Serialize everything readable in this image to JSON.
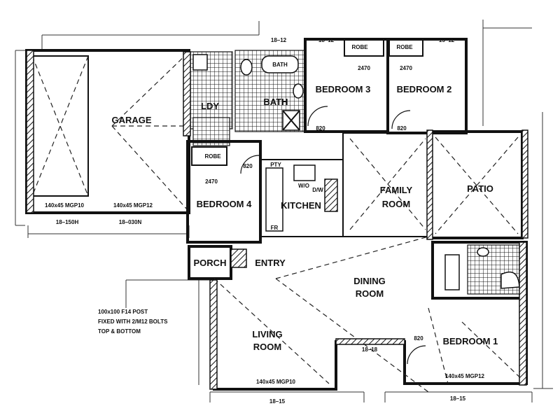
{
  "rooms": {
    "garage": "GARAGE",
    "ldy": "LDY",
    "bath": "BATH",
    "bath_fixture": "BATH",
    "bedroom3": "BEDROOM 3",
    "bedroom2": "BEDROOM 2",
    "robe": "ROBE",
    "bedroom4": "BEDROOM 4",
    "kitchen": "KITCHEN",
    "family_room_1": "FAMILY",
    "family_room_2": "ROOM",
    "patio": "PATIO",
    "porch": "PORCH",
    "entry": "ENTRY",
    "dining_1": "DINING",
    "dining_2": "ROOM",
    "living_1": "LIVING",
    "living_2": "ROOM",
    "bedroom1": "BEDROOM 1",
    "pty": "PTY",
    "wo": "W/O",
    "fr": "FR",
    "dw": "D/W"
  },
  "labels": {
    "robe_1": "ROBE",
    "robe_2": "ROBE",
    "dim_1": "18–12",
    "dim_2": "18–12",
    "dim_3": "15–12",
    "dim_4": "18–15",
    "dim_5": "18–15",
    "dim_6": "18–18",
    "dim_7": "18–150H",
    "dim_8": "18–030N",
    "door_820_1": "820",
    "door_820_2": "820",
    "door_820_3": "820",
    "door_820_4": "820",
    "door_2470_1": "2470",
    "door_2470_2": "2470",
    "door_2470_3": "2470",
    "beam_1": "140x45 MGP10",
    "beam_2": "140x45 MGP12",
    "beam_3": "140x45 MGP10",
    "beam_4": "140x45 MGP12"
  },
  "notes": {
    "post_note_1": "100x100 F14 POST",
    "post_note_2": "FIXED WITH 2/M12 BOLTS",
    "post_note_3": "TOP & BOTTOM"
  }
}
